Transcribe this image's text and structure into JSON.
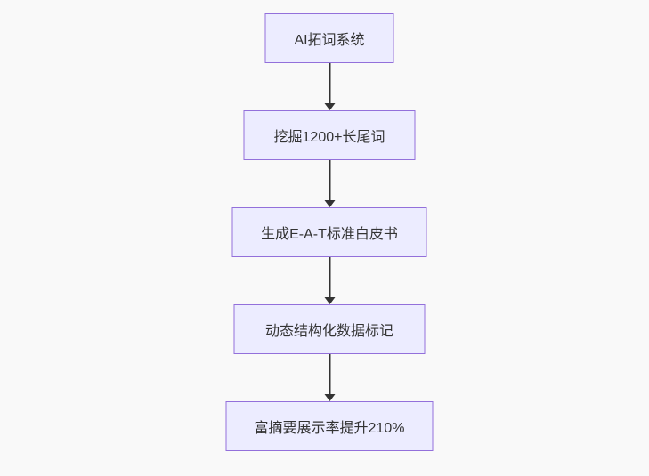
{
  "diagram": {
    "type": "flowchart",
    "direction": "top-down",
    "colors": {
      "background": "#f9f9f9",
      "node_fill": "#ececff",
      "node_border": "#9370db",
      "arrow": "#333333",
      "text": "#333333"
    },
    "nodes": [
      {
        "id": "n1",
        "label": "AI拓词系统"
      },
      {
        "id": "n2",
        "label": "挖掘1200+长尾词"
      },
      {
        "id": "n3",
        "label": "生成E-A-T标准白皮书"
      },
      {
        "id": "n4",
        "label": "动态结构化数据标记"
      },
      {
        "id": "n5",
        "label": "富摘要展示率提升210%"
      }
    ],
    "edges": [
      {
        "from": "n1",
        "to": "n2"
      },
      {
        "from": "n2",
        "to": "n3"
      },
      {
        "from": "n3",
        "to": "n4"
      },
      {
        "from": "n4",
        "to": "n5"
      }
    ]
  }
}
